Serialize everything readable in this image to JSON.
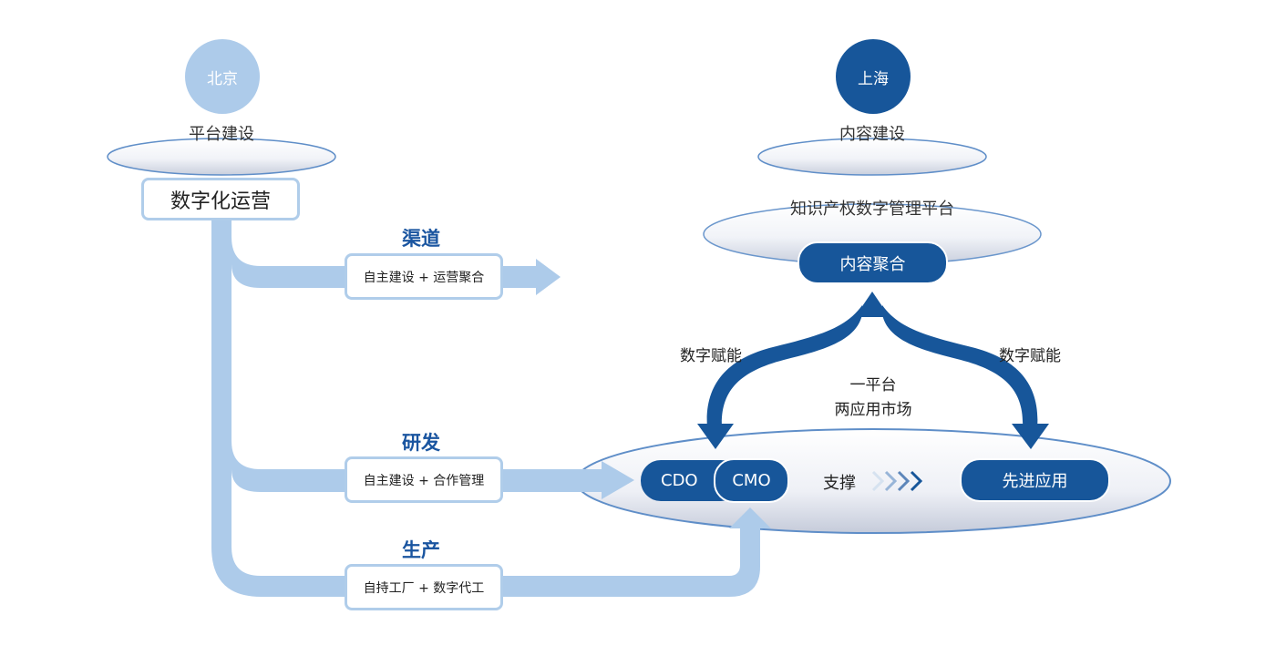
{
  "colors": {
    "light_blue": "#adcbea",
    "dark_blue": "#17569a",
    "title_blue": "#1a55a0"
  },
  "left": {
    "city": "北京",
    "caption": "平台建设",
    "main_box": "数字化运营"
  },
  "right": {
    "city": "上海",
    "caption": "内容建设",
    "platform_title": "知识产权数字管理平台",
    "aggregate_pill": "内容聚合"
  },
  "branches": [
    {
      "title": "渠道",
      "box": "自主建设 + 运营聚合"
    },
    {
      "title": "研发",
      "box": "自主建设 + 合作管理"
    },
    {
      "title": "生产",
      "box": "自持工厂 + 数字代工"
    }
  ],
  "center": {
    "left_label": "数字赋能",
    "right_label": "数字赋能",
    "middle_line1": "一平台",
    "middle_line2": "两应用市场"
  },
  "bottom_platform": {
    "pill_cdo": "CDO",
    "pill_cmo": "CMO",
    "support_label": "支撑",
    "chevrons_icon": "chevrons-right-icon",
    "advanced_pill": "先进应用"
  }
}
